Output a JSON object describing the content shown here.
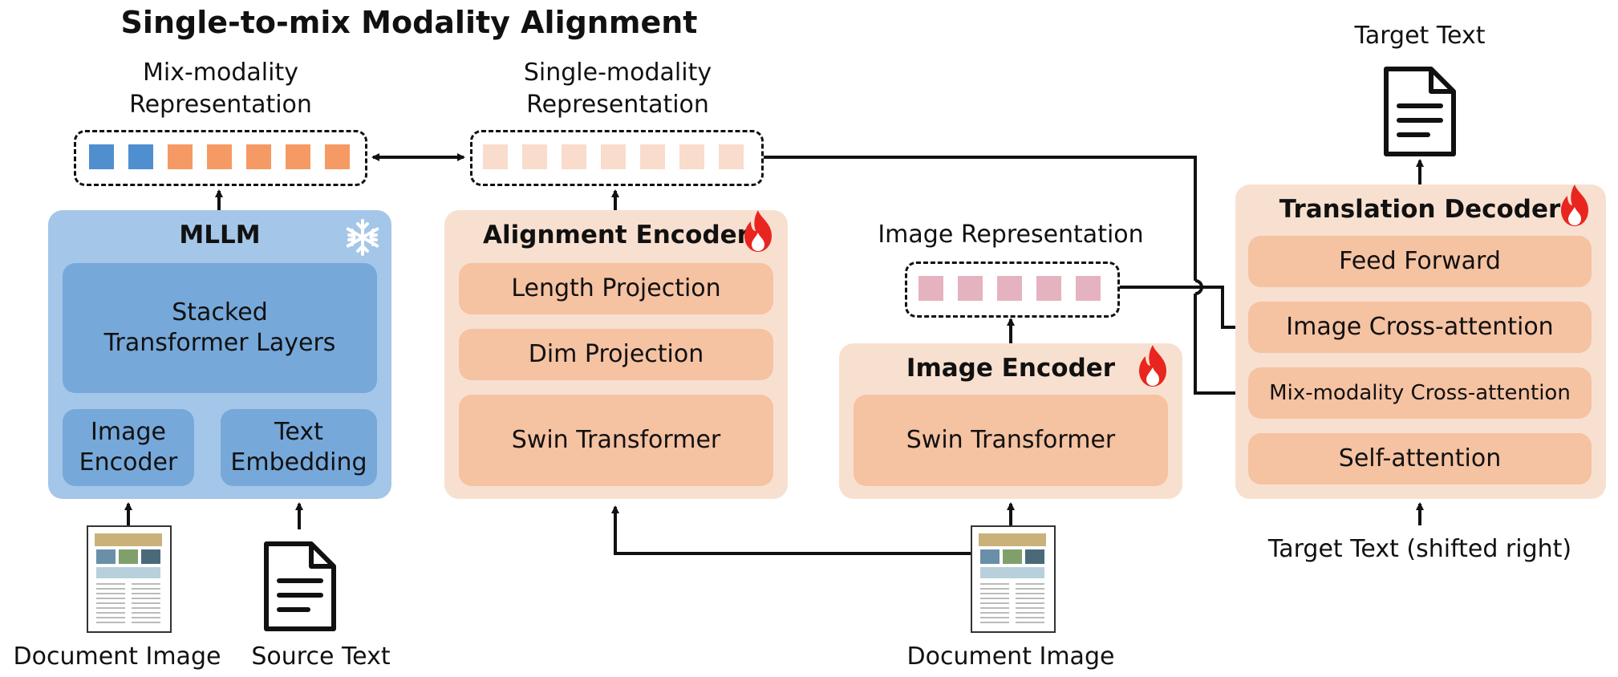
{
  "title": "Single-to-mix Modality Alignment",
  "mix_repr": {
    "line1": "Mix-modality",
    "line2": "Representation"
  },
  "single_repr": {
    "line1": "Single-modality",
    "line2": "Representation"
  },
  "image_repr": {
    "label": "Image Representation"
  },
  "target_text_top": "Target Text",
  "mllm": {
    "title": "MLLM",
    "stacked_line1": "Stacked",
    "stacked_line2": "Transformer Layers",
    "img_enc_line1": "Image",
    "img_enc_line2": "Encoder",
    "text_emb_line1": "Text",
    "text_emb_line2": "Embedding"
  },
  "alignment_encoder": {
    "title": "Alignment Encoder",
    "layers": [
      "Length Projection",
      "Dim Projection",
      "Swin Transformer"
    ]
  },
  "image_encoder": {
    "title": "Image Encoder",
    "layers": [
      "Swin Transformer"
    ]
  },
  "translation_decoder": {
    "title": "Translation Decoder",
    "layers": [
      "Feed Forward",
      "Image Cross-attention",
      "Mix-modality Cross-attention",
      "Self-attention"
    ]
  },
  "inputs": {
    "doc_image_left": "Document Image",
    "source_text": "Source Text",
    "doc_image_mid": "Document Image",
    "target_shifted": "Target Text (shifted right)"
  },
  "colors": {
    "blue_token": "#4f8fcf",
    "orange_token": "#f59a64",
    "light_peach_token": "#f9dccb",
    "pink_token": "#e5b3bf",
    "fire": "#e8261f"
  },
  "icons": [
    "snowflake-icon",
    "fire-icon",
    "document-icon",
    "document-image-icon"
  ]
}
